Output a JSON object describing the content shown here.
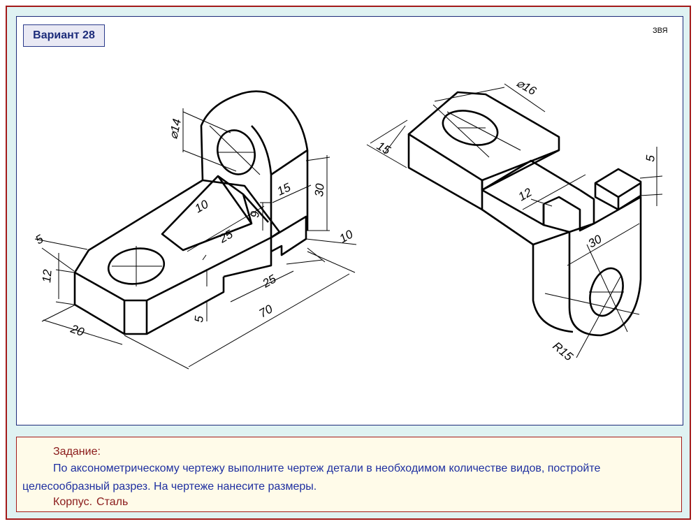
{
  "variant_label": "Вариант 28",
  "author_mark": "ЗВЯ",
  "dimensions": {
    "left": {
      "d14": "⌀14",
      "d15": "15",
      "d30": "30",
      "d10a": "10",
      "d9": "9",
      "d25a": "25",
      "d10b": "10",
      "d25b": "25",
      "d5a": "5",
      "d12": "12",
      "d20": "20",
      "d70": "70",
      "d5b": "5"
    },
    "right": {
      "d16": "⌀16",
      "d15": "15",
      "d5": "5",
      "d12": "12",
      "d30": "30",
      "r15": "R15"
    }
  },
  "task": {
    "title": "Задание:",
    "text": "По аксонометрическому чертежу выполните чертеж детали в необходимом количестве видов, постройте целесообразный разрез. На чертеже нанесите размеры.",
    "part_name": "Корпус.",
    "material": "Сталь"
  },
  "colors": {
    "frame_border": "#a31a1a",
    "frame_background": "#dff2f2",
    "label_blue": "#1c2b7a",
    "task_text": "#1e2fa0",
    "task_accent": "#8a1a1a"
  }
}
